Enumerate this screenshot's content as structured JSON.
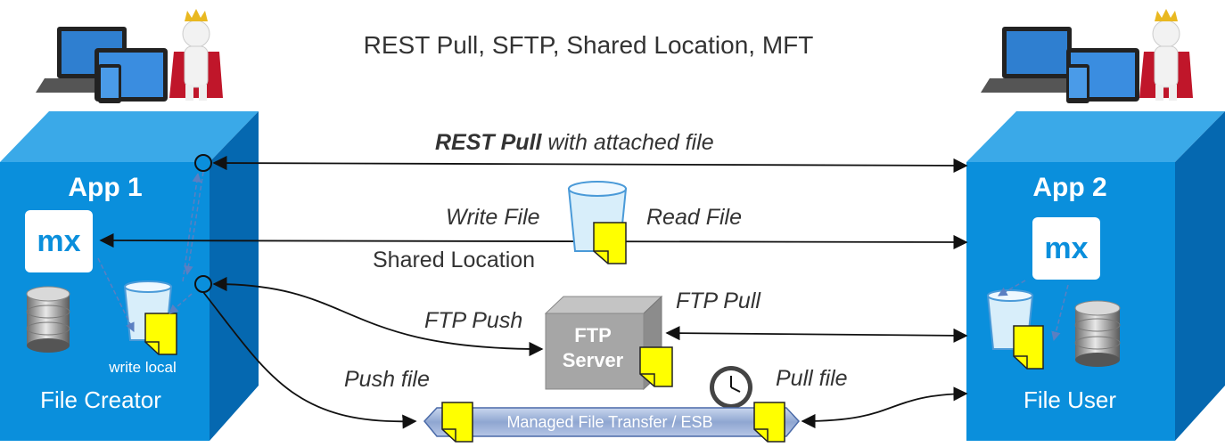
{
  "title": "REST Pull, SFTP, Shared Location, MFT",
  "left_box": {
    "app_label": "App 1",
    "logo": "mx",
    "write_local": "write local",
    "role": "File Creator"
  },
  "right_box": {
    "app_label": "App 2",
    "logo": "mx",
    "role": "File User"
  },
  "rest_pull": {
    "bold": "REST Pull",
    "rest": " with attached file"
  },
  "shared": {
    "write_file": "Write File",
    "read_file": "Read File",
    "location": "Shared Location"
  },
  "ftp": {
    "push": "FTP Push",
    "pull": "FTP Pull",
    "server_line1": "FTP",
    "server_line2": "Server"
  },
  "mft": {
    "push_file": "Push file",
    "pull_file": "Pull file",
    "bar_label": "Managed File Transfer / ESB"
  },
  "colors": {
    "box_front": "#0a8fdc",
    "box_side": "#0568b0",
    "box_top": "#3aa9e8",
    "document": "#ffff00",
    "server": "#a6a6a6"
  }
}
